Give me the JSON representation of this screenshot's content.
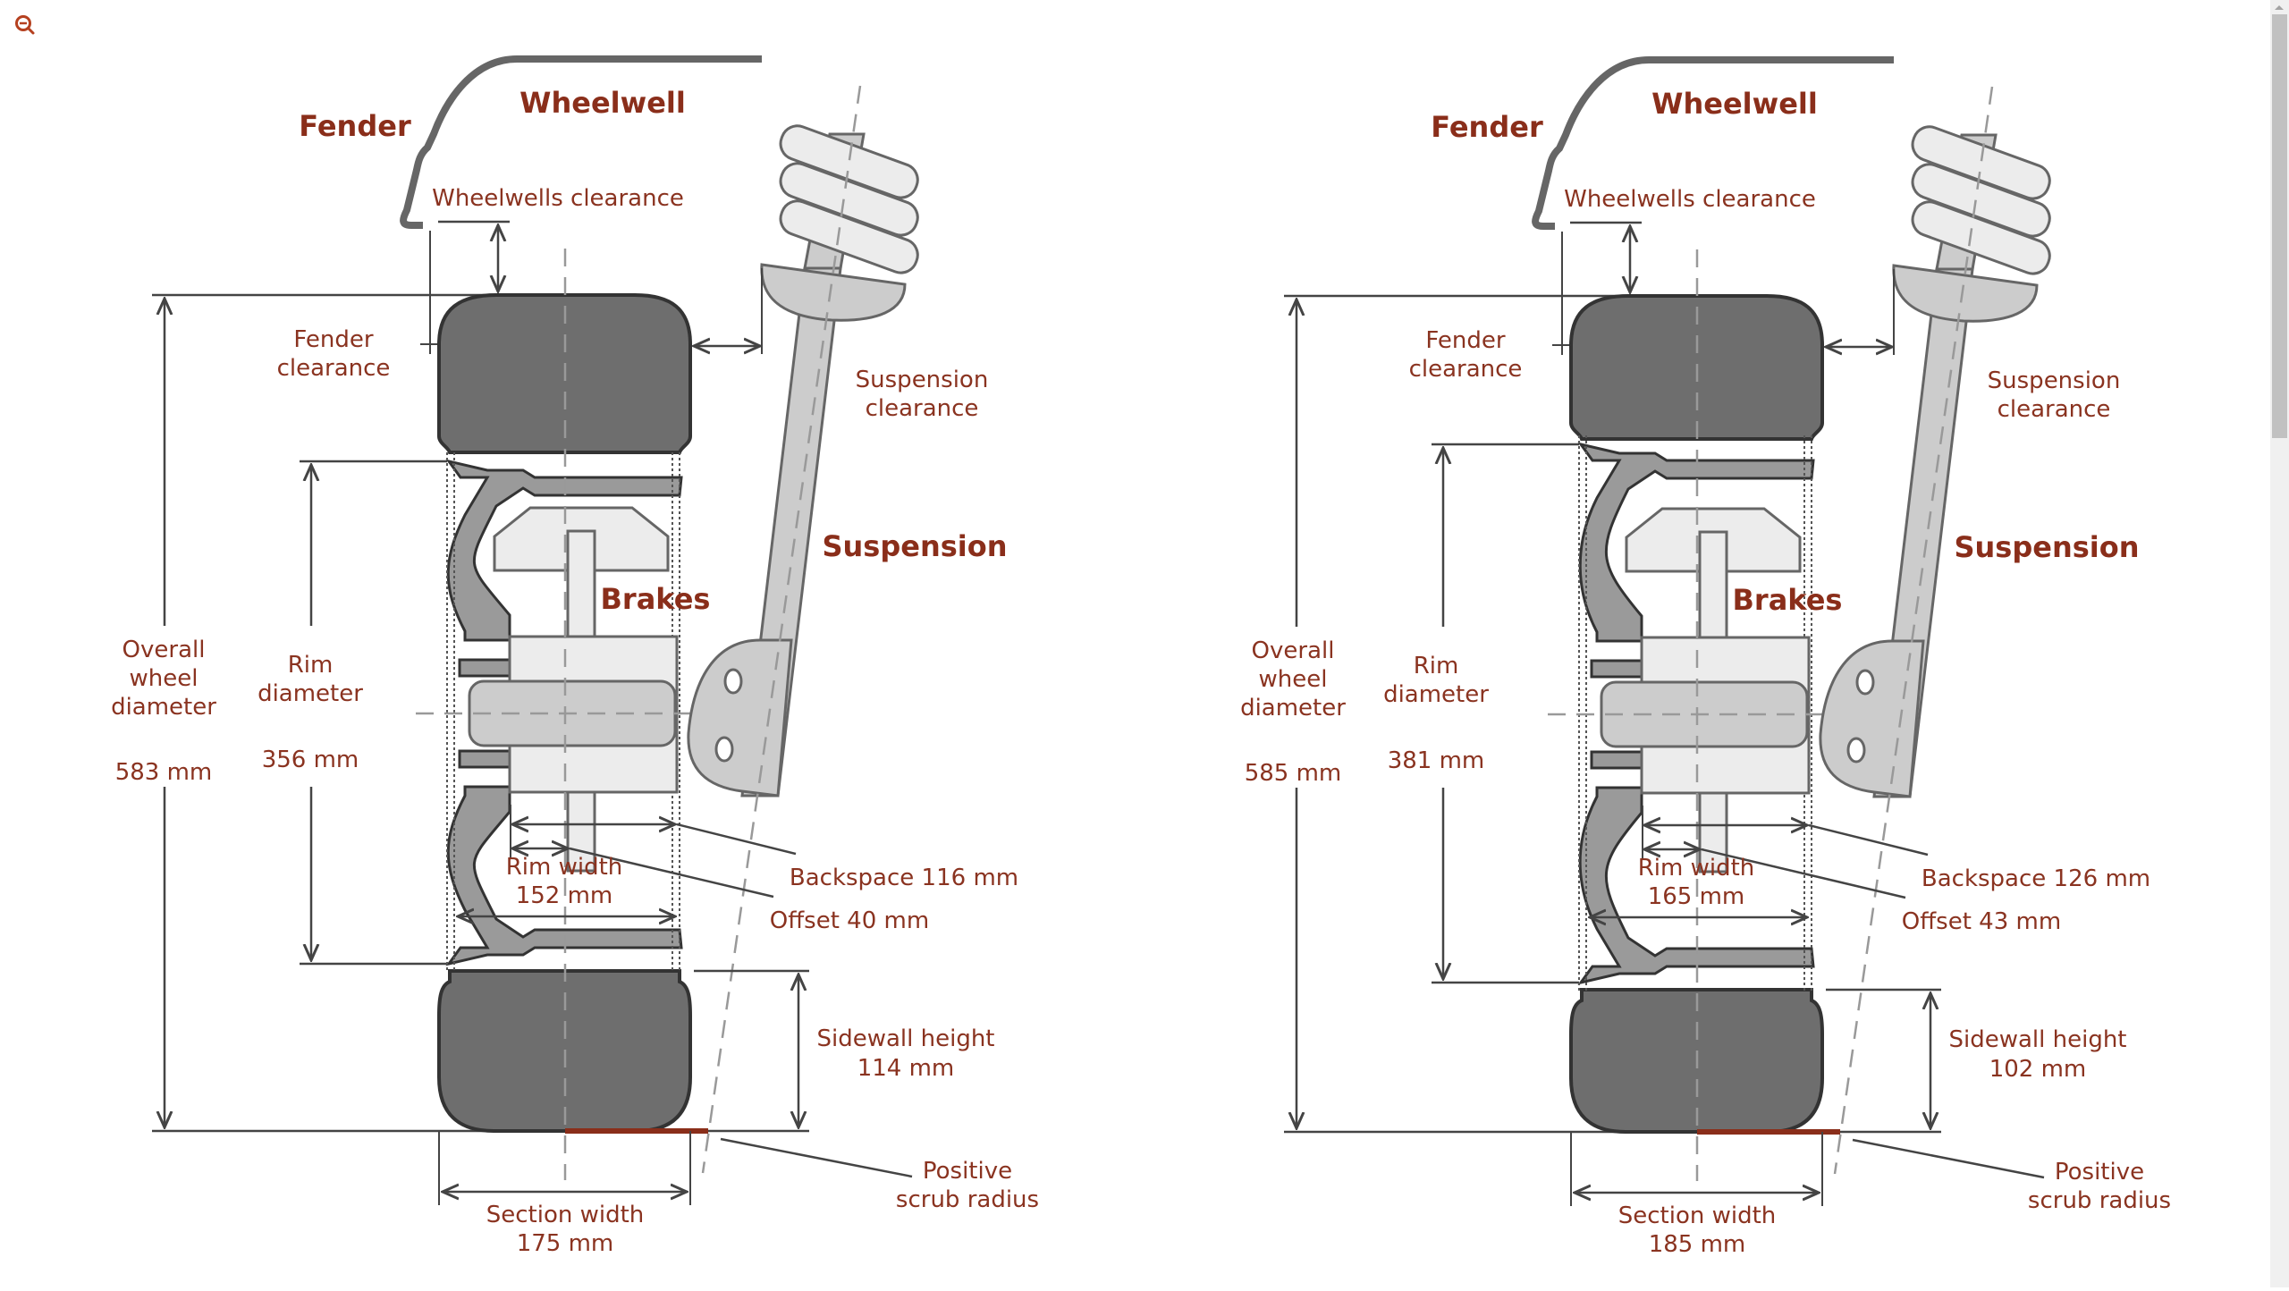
{
  "toolbar": {
    "zoom_out_icon": "zoom-out-magnifier-icon"
  },
  "colors": {
    "label": "#8a3320",
    "tire": "#6e6e6e",
    "outline": "#333333",
    "rim": "#9a9a9a",
    "light": "#ececec",
    "mid": "#cccccc",
    "scrub": "#8a2e1a"
  },
  "diagrams": [
    {
      "fender": "Fender",
      "wheelwell": "Wheelwell",
      "wheelwells_clearance": "Wheelwells clearance",
      "fender_clearance": [
        "Fender",
        "clearance"
      ],
      "suspension_clearance": [
        "Suspension",
        "clearance"
      ],
      "suspension": "Suspension",
      "brakes": "Brakes",
      "overall_diameter": [
        "Overall",
        "wheel",
        "diameter"
      ],
      "overall_diameter_value": "583 mm",
      "rim_diameter": [
        "Rim",
        "diameter"
      ],
      "rim_diameter_value": "356 mm",
      "rim_width": "Rim width",
      "rim_width_value": "152 mm",
      "backspace": "Backspace 116 mm",
      "offset": "Offset 40 mm",
      "sidewall": "Sidewall height",
      "sidewall_value": "114 mm",
      "scrub": [
        "Positive",
        "scrub radius"
      ],
      "section_width": "Section width",
      "section_width_value": "175 mm"
    },
    {
      "fender": "Fender",
      "wheelwell": "Wheelwell",
      "wheelwells_clearance": "Wheelwells clearance",
      "fender_clearance": [
        "Fender",
        "clearance"
      ],
      "suspension_clearance": [
        "Suspension",
        "clearance"
      ],
      "suspension": "Suspension",
      "brakes": "Brakes",
      "overall_diameter": [
        "Overall",
        "wheel",
        "diameter"
      ],
      "overall_diameter_value": "585 mm",
      "rim_diameter": [
        "Rim",
        "diameter"
      ],
      "rim_diameter_value": "381 mm",
      "rim_width": "Rim width",
      "rim_width_value": "165 mm",
      "backspace": "Backspace 126 mm",
      "offset": "Offset 43 mm",
      "sidewall": "Sidewall height",
      "sidewall_value": "102 mm",
      "scrub": [
        "Positive",
        "scrub radius"
      ],
      "section_width": "Section width",
      "section_width_value": "185 mm"
    }
  ]
}
